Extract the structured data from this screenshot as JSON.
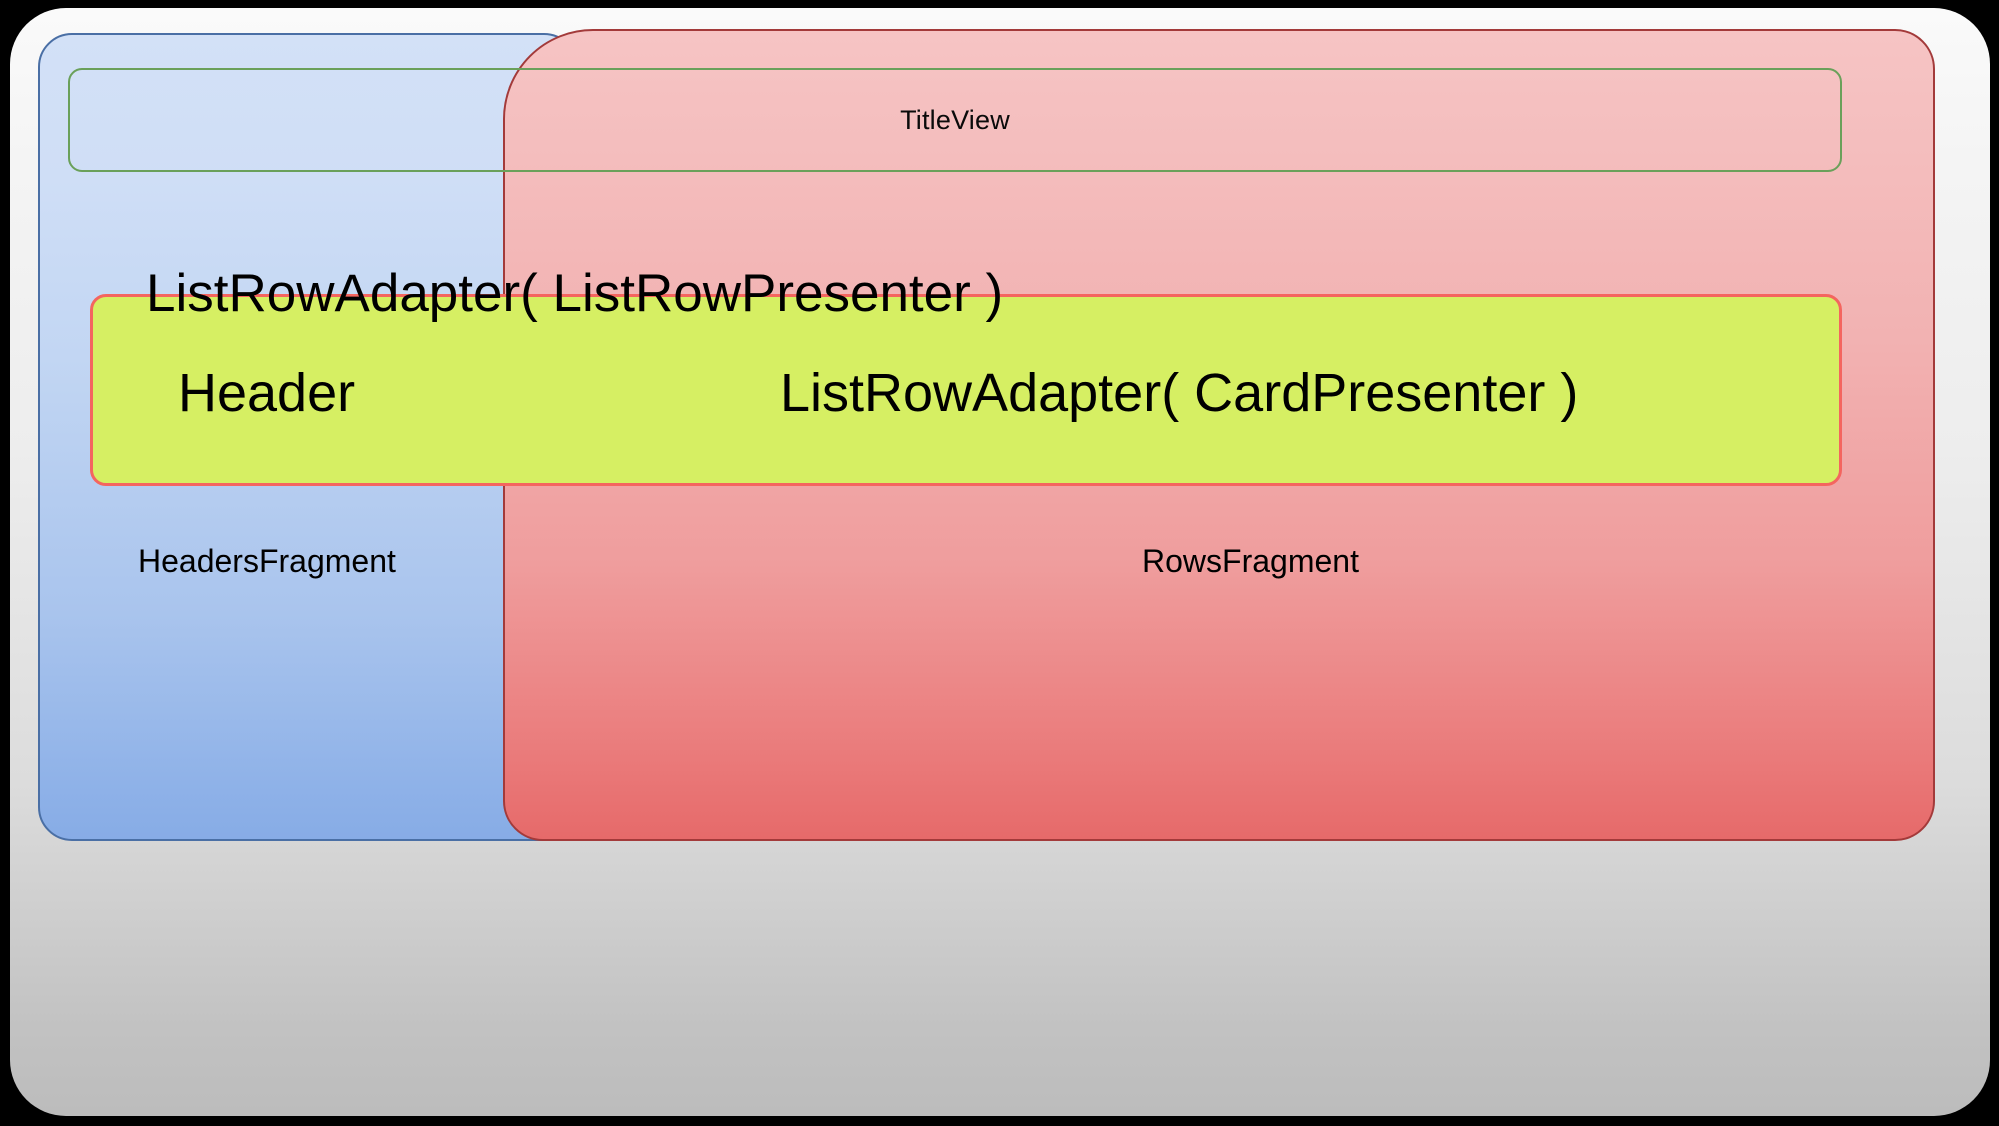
{
  "diagram": {
    "title_view": {
      "label": "TitleView",
      "fill_top": "#d6ebce",
      "fill_bottom": "#97c785",
      "border": "#6aa05a"
    },
    "headers_fragment": {
      "label": "HeadersFragment",
      "fill_top": "#d3e1f7",
      "fill_bottom": "#87ace6",
      "border": "#4a6fa5"
    },
    "rows_fragment": {
      "label": "RowsFragment",
      "fill_top": "#f6c4c4",
      "fill_bottom": "#e66a6a",
      "border": "#a33a3a"
    },
    "row_band": {
      "fill": "#d6ef63",
      "border": "#f4655f"
    },
    "outer_shell": {
      "fill_top": "#fafafa",
      "fill_bottom": "#bcbcbc"
    },
    "labels": {
      "list_row_adapter_list_row_presenter": "ListRowAdapter( ListRowPresenter )",
      "header": "Header",
      "list_row_adapter_card_presenter": "ListRowAdapter( CardPresenter )"
    },
    "background": "#000000"
  }
}
